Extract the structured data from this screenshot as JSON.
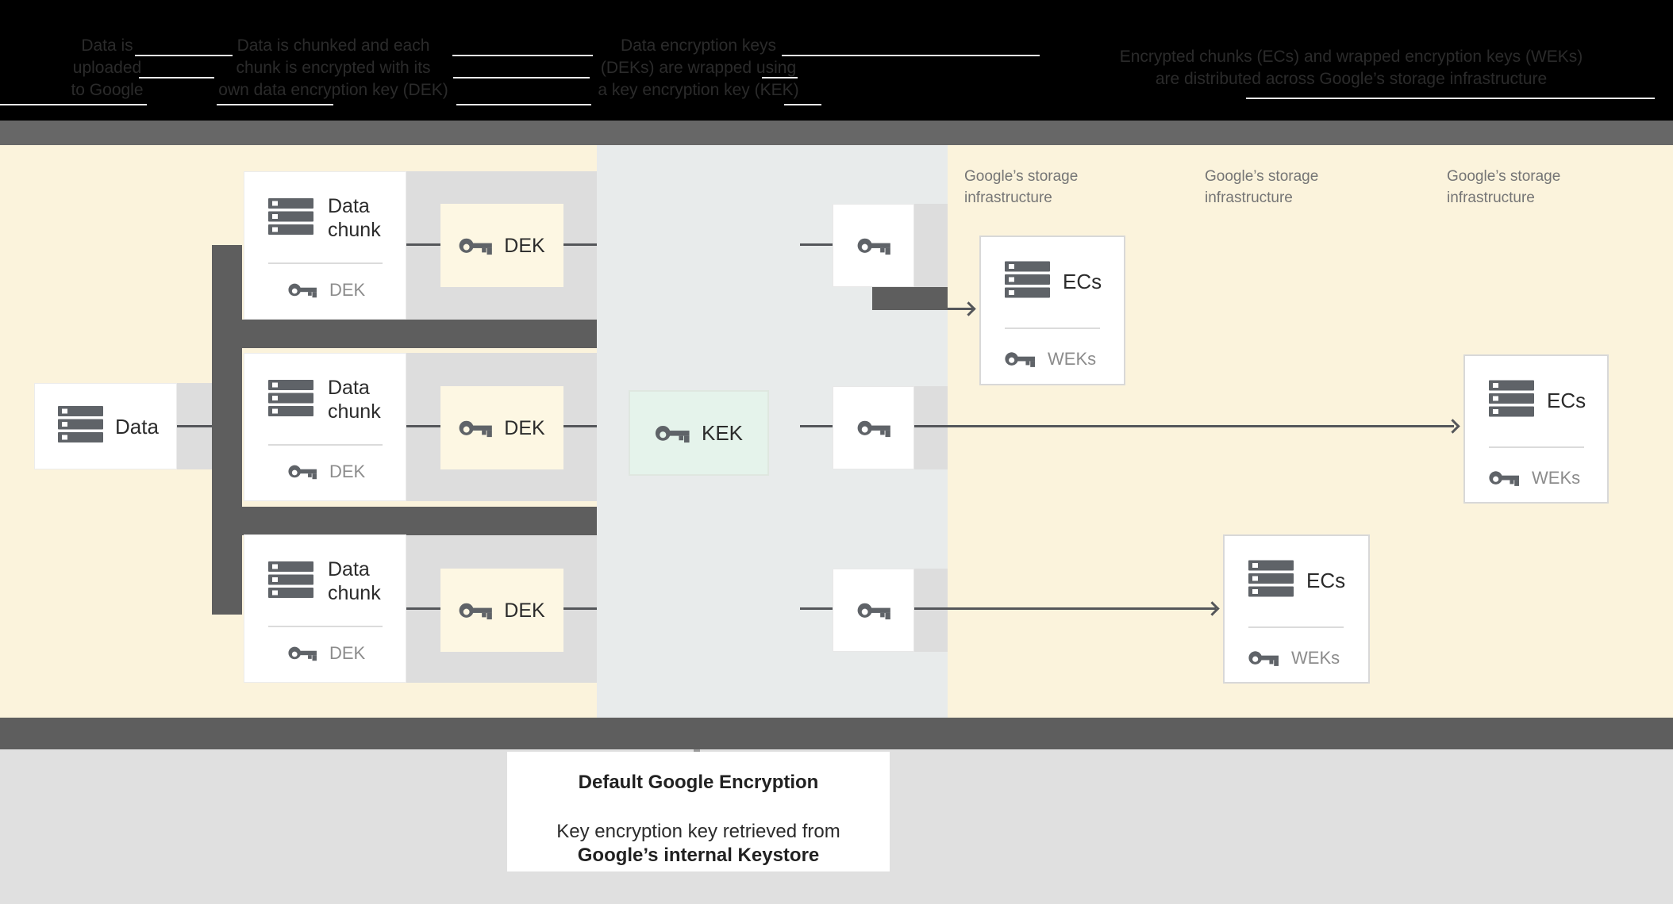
{
  "header": {
    "col1": {
      "line1": "Data is",
      "line2": "uploaded",
      "line3": "to Google"
    },
    "col2": {
      "line1": "Data is chunked and each",
      "line2": "chunk is encrypted with its",
      "line3": "own data encryption key (DEK)"
    },
    "col3": {
      "line1": "Data encryption keys",
      "line2": "(DEKs) are wrapped using",
      "line3": "a key encryption key (KEK)"
    },
    "col4": {
      "line1": "Encrypted chunks (ECs) and wrapped encryption keys (WEKs)",
      "line2": "are distributed across Google’s storage infrastructure"
    }
  },
  "diagram": {
    "data_box": {
      "label": "Data"
    },
    "chunk1": {
      "line1": "Data",
      "line2": "chunk",
      "key_label": "DEK"
    },
    "chunk2": {
      "line1": "Data",
      "line2": "chunk",
      "key_label": "DEK"
    },
    "chunk3": {
      "line1": "Data",
      "line2": "chunk",
      "key_label": "DEK"
    },
    "dek1": {
      "label": "DEK"
    },
    "dek2": {
      "label": "DEK"
    },
    "dek3": {
      "label": "DEK"
    },
    "kek": {
      "label": "KEK"
    },
    "storage1": {
      "line1": "Google’s storage",
      "line2": "infrastructure"
    },
    "storage2": {
      "line1": "Google’s storage",
      "line2": "infrastructure"
    },
    "storage3": {
      "line1": "Google’s storage",
      "line2": "infrastructure"
    },
    "ecs1": {
      "label": "ECs",
      "key_label": "WEKs"
    },
    "ecs2": {
      "label": "ECs",
      "key_label": "WEKs"
    },
    "ecs3": {
      "label": "ECs",
      "key_label": "WEKs"
    }
  },
  "caption": {
    "title": "Default Google Encryption",
    "line1": "Key encryption key retrieved from",
    "line2": "Google’s internal Keystore"
  },
  "colors": {
    "cream": "#FBF3DC",
    "middle": "#E8EBEB",
    "kek_fill": "#E5F3EB",
    "dek_fill": "#FDF7E3",
    "band": "#DDDDDD",
    "connector": "#5E5E5E",
    "top_bar": "#676767",
    "bottom_bar": "#5E5E5E",
    "bottom_bg": "#E0E0E0",
    "icon": "#5F6368",
    "text_dark": "#2B2B2B",
    "text_gray": "#757575",
    "text_light": "#8C8C8C"
  }
}
